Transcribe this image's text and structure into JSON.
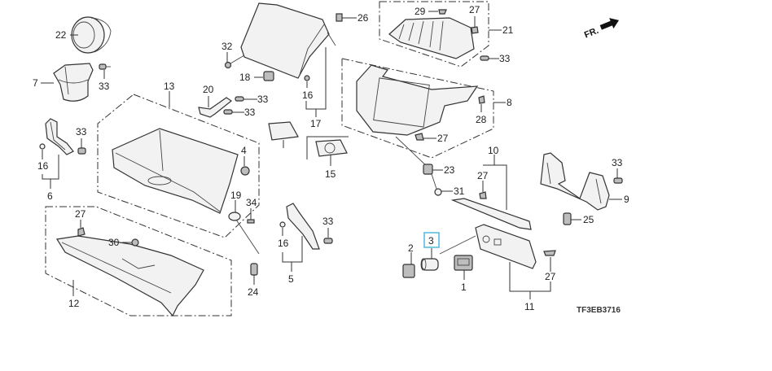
{
  "diagram": {
    "code": "TF3EB3716",
    "direction_label": "FR.",
    "highlight_color": "#5bbde0",
    "highlighted_callout": "3",
    "callouts": {
      "c1": "1",
      "c2": "2",
      "c3": "3",
      "c4": "4",
      "c5": "5",
      "c6": "6",
      "c7": "7",
      "c8": "8",
      "c9": "9",
      "c10": "10",
      "c11": "11",
      "c12": "12",
      "c13": "13",
      "c15": "15",
      "c16a": "16",
      "c16b": "16",
      "c16c": "16",
      "c17": "17",
      "c18": "18",
      "c19": "19",
      "c20": "20",
      "c21": "21",
      "c22": "22",
      "c23": "23",
      "c24": "24",
      "c25": "25",
      "c26": "26",
      "c27a": "27",
      "c27b": "27",
      "c27c": "27",
      "c27d": "27",
      "c27e": "27",
      "c28": "28",
      "c29": "29",
      "c30": "30",
      "c31": "31",
      "c32": "32",
      "c33a": "33",
      "c33b": "33",
      "c33c": "33",
      "c33d": "33",
      "c33e": "33",
      "c33f": "33",
      "c33g": "33",
      "c34": "34"
    }
  }
}
